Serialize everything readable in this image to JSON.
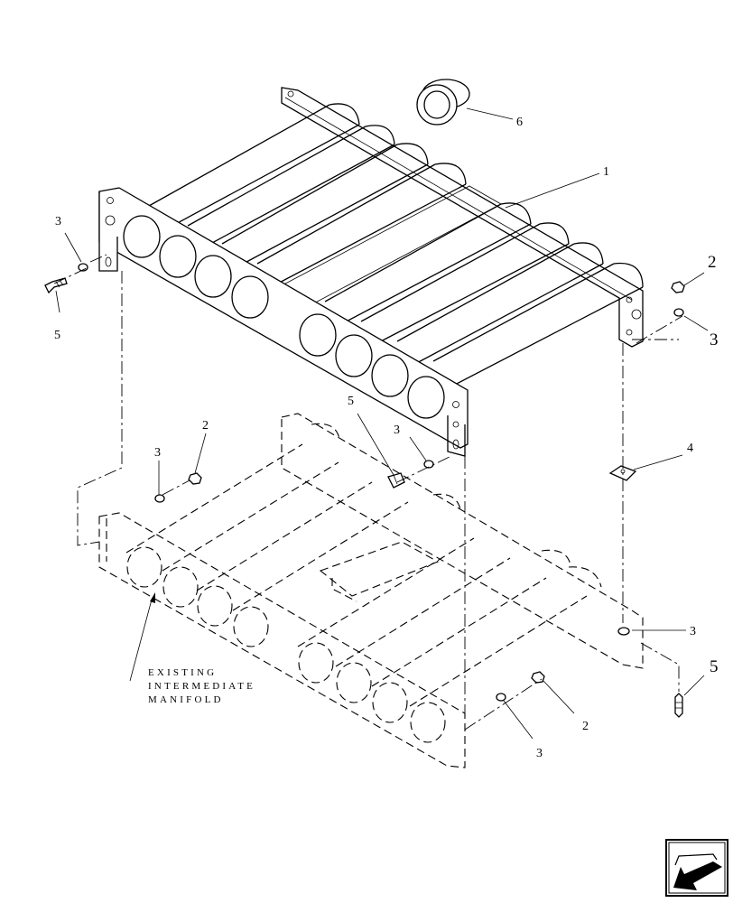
{
  "diagram": {
    "callouts": [
      {
        "id": "c6",
        "text": "6",
        "size": "normal"
      },
      {
        "id": "c1",
        "text": "1",
        "size": "normal"
      },
      {
        "id": "c3a",
        "text": "3",
        "size": "normal"
      },
      {
        "id": "c5a",
        "text": "5",
        "size": "normal"
      },
      {
        "id": "c2a",
        "text": "2",
        "size": "large"
      },
      {
        "id": "c3b",
        "text": "3",
        "size": "large"
      },
      {
        "id": "c5b",
        "text": "5",
        "size": "normal"
      },
      {
        "id": "c3c",
        "text": "3",
        "size": "normal"
      },
      {
        "id": "c2b",
        "text": "2",
        "size": "normal"
      },
      {
        "id": "c3d",
        "text": "3",
        "size": "normal"
      },
      {
        "id": "c4",
        "text": "4",
        "size": "normal"
      },
      {
        "id": "c3e",
        "text": "3",
        "size": "normal"
      },
      {
        "id": "c5c",
        "text": "5",
        "size": "large"
      },
      {
        "id": "c2c",
        "text": "2",
        "size": "normal"
      },
      {
        "id": "c3f",
        "text": "3",
        "size": "normal"
      }
    ],
    "note_lines": [
      "EXISTING",
      "INTERMEDIATE",
      "MANIFOLD"
    ],
    "nav_icon": "previous-page-arrow-icon"
  }
}
